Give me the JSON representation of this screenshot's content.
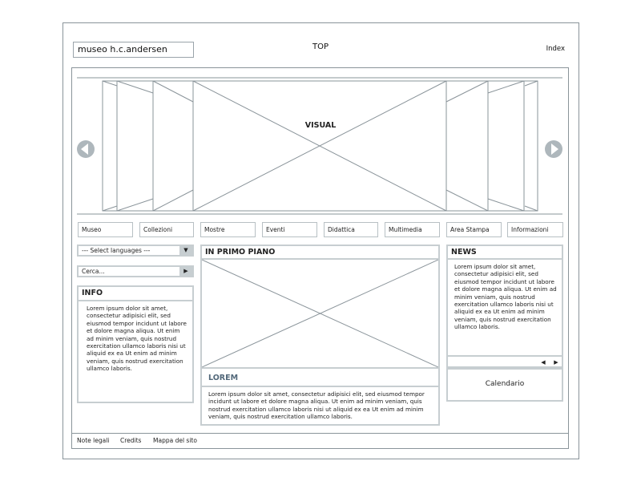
{
  "header": {
    "logo": "museo h.c.andersen",
    "top_label": "TOP",
    "index_link": "Index"
  },
  "visual": {
    "label": "VISUAL",
    "prev_icon": "arrow-left-circle-icon",
    "next_icon": "arrow-right-circle-icon"
  },
  "menu": {
    "items": [
      {
        "label": "Museo"
      },
      {
        "label": "Collezioni"
      },
      {
        "label": "Mostre"
      },
      {
        "label": "Eventi"
      },
      {
        "label": "Didattica"
      },
      {
        "label": "Multimedia"
      },
      {
        "label": "Area Stampa"
      },
      {
        "label": "Informazioni"
      }
    ]
  },
  "sidebar_left": {
    "language_select": "--- Select languages ---",
    "search_placeholder": "Cerca...",
    "info": {
      "title": "INFO",
      "text": "Lorem ipsum dolor sit amet, consectetur adipisici elit, sed eiusmod tempor incidunt ut labore et dolore magna aliqua. Ut enim ad minim veniam, quis nostrud exercitation ullamco laboris nisi ut aliquid ex ea  Ut enim ad minim veniam, quis nostrud exercitation ullamco laboris."
    }
  },
  "main": {
    "feature_title": "IN PRIMO PIANO",
    "lorem_title": "LOREM",
    "lorem_text": "Lorem ipsum dolor sit amet, consectetur adipisici elit, sed eiusmod tempor incidunt ut labore et dolore magna aliqua. Ut enim ad minim veniam, quis nostrud exercitation ullamco laboris nisi ut aliquid ex ea  Ut enim ad minim veniam, quis nostrud exercitation ullamco laboris."
  },
  "sidebar_right": {
    "news_title": "NEWS",
    "news_text": "Lorem ipsum dolor sit amet, consectetur adipisici elit, sed eiusmod tempor incidunt ut labore et dolore magna aliqua. Ut enim ad minim veniam, quis nostrud exercitation ullamco laboris nisi ut aliquid ex ea  Ut enim ad minim veniam, quis nostrud exercitation ullamco laboris.",
    "calendar_label": "Calendario",
    "nav_prev": "◀",
    "nav_next": "▶"
  },
  "footer": {
    "links": [
      {
        "label": "Note legali"
      },
      {
        "label": "Credits"
      },
      {
        "label": "Mappa del sito"
      }
    ]
  },
  "controls": {
    "select_arrow": "▼",
    "search_arrow": "▶"
  },
  "colors": {
    "frame": "#8a949a",
    "panel_border": "#c7ced1",
    "arrow_fill": "#aeb7bc"
  }
}
